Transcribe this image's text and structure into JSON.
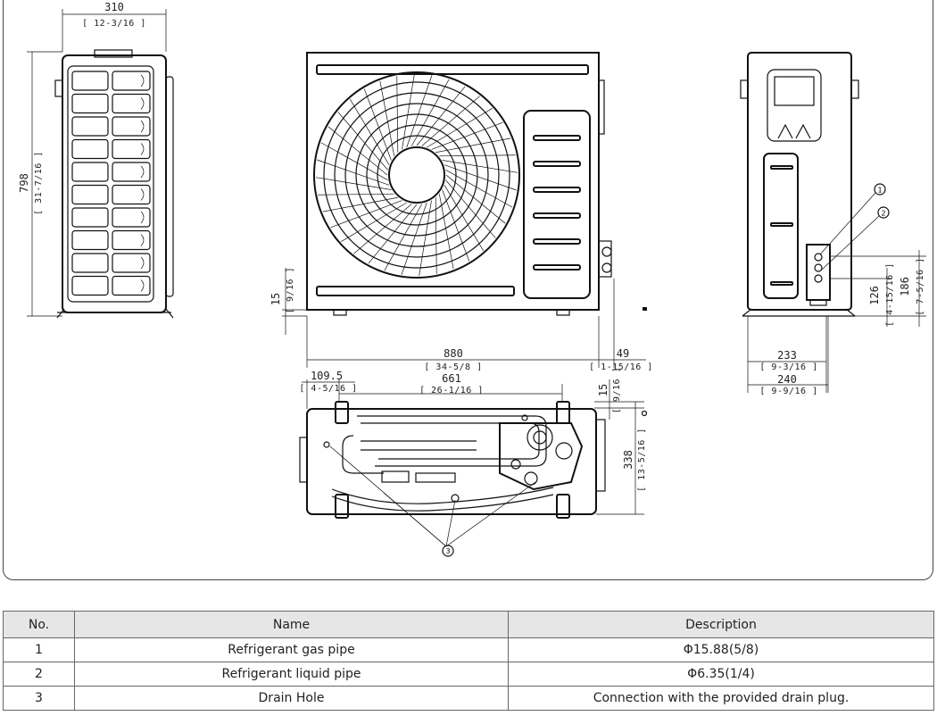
{
  "drawing": {
    "side_view": {
      "width_mm": "310",
      "width_in": "[ 12-3/16 ]",
      "height_mm": "798",
      "height_in": "[ 31-7/16 ]"
    },
    "front_view": {
      "foot_mm": "15",
      "foot_in": "[ 9/16 ]",
      "width_mm": "880",
      "width_in": "[ 34-5/8 ]",
      "offset_mm": "49",
      "offset_in": "[ 1-15/16 ]"
    },
    "right_view": {
      "port_h1_mm": "126",
      "port_h1_in": "[ 4-15/16 ]",
      "port_h2_mm": "186",
      "port_h2_in": "[ 7-5/16 ]",
      "d1_mm": "233",
      "d1_in": "[ 9-3/16 ]",
      "d2_mm": "240",
      "d2_in": "[ 9-9/16 ]"
    },
    "bottom_view": {
      "left_mm": "109.5",
      "left_in": "[ 4-5/16 ]",
      "span_mm": "661",
      "span_in": "[ 26-1/16 ]",
      "edge_mm": "15",
      "edge_in": "[ 9/16 ]",
      "depth_mm": "338",
      "depth_in": "[ 13-5/16 ]"
    },
    "callouts": [
      "1",
      "2",
      "3"
    ]
  },
  "table": {
    "headers": [
      "No.",
      "Name",
      "Description"
    ],
    "rows": [
      {
        "no": "1",
        "name": "Refrigerant gas pipe",
        "description": "Φ15.88(5/8)"
      },
      {
        "no": "2",
        "name": "Refrigerant liquid pipe",
        "description": "Φ6.35(1/4)"
      },
      {
        "no": "3",
        "name": "Drain Hole",
        "description": "Connection with the provided drain plug."
      }
    ]
  }
}
